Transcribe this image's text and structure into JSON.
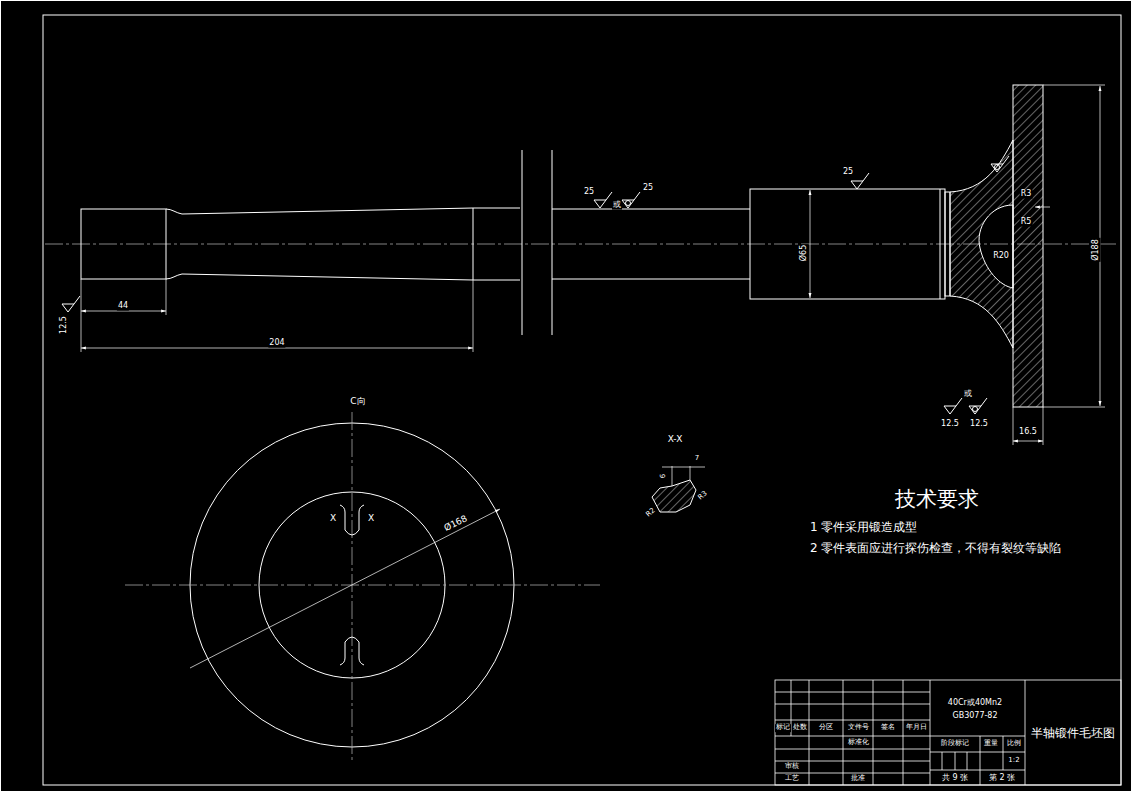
{
  "diagram": {
    "title": "半轴锻件毛坯图",
    "labels": [
      "12.5",
      "44",
      "204",
      "25",
      "或",
      "25",
      "25",
      "Ø65",
      "R3",
      "R5",
      "R20",
      "Ø188",
      "12.5",
      "或",
      "12.5",
      "16.5",
      "C向",
      "X",
      "X",
      "Ø168",
      "X-X",
      "7",
      "6",
      "R3",
      "R2",
      "技术要求",
      "1 零件采用锻造成型",
      "2 零件表面应进行探伤检查，不得有裂纹等缺陷",
      "40Cr或40Mn2",
      "GB3077-82",
      "标记",
      "处数",
      "分区",
      "文件号",
      "签名",
      "年月日",
      "标准化",
      "阶段标记",
      "重量",
      "比例",
      "1:2",
      "审核",
      "工艺",
      "批准",
      "共 9 张",
      "第 2 张"
    ]
  }
}
